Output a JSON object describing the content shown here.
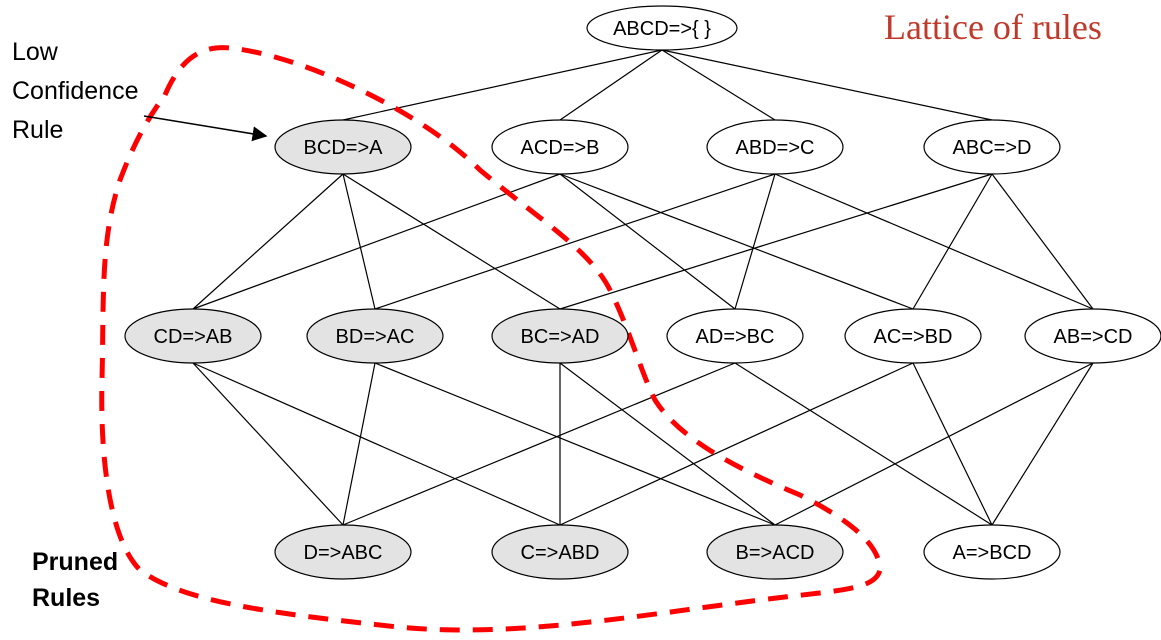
{
  "title": "Lattice of rules",
  "annotations": {
    "low_confidence": [
      "Low",
      "Confidence",
      "Rule"
    ],
    "pruned": [
      "Pruned",
      "Rules"
    ]
  },
  "colors": {
    "pruned_fill": "#e3e3e3",
    "normal_fill": "#ffffff",
    "boundary": "#ff0000",
    "title": "#c0392b"
  },
  "levels": [
    [
      {
        "id": "ABCD",
        "label": "ABCD=>{ }",
        "pruned": false
      }
    ],
    [
      {
        "id": "BCD",
        "label": "BCD=>A",
        "pruned": true
      },
      {
        "id": "ACD",
        "label": "ACD=>B",
        "pruned": false
      },
      {
        "id": "ABD",
        "label": "ABD=>C",
        "pruned": false
      },
      {
        "id": "ABC",
        "label": "ABC=>D",
        "pruned": false
      }
    ],
    [
      {
        "id": "CD",
        "label": "CD=>AB",
        "pruned": true
      },
      {
        "id": "BD",
        "label": "BD=>AC",
        "pruned": true
      },
      {
        "id": "BC",
        "label": "BC=>AD",
        "pruned": true
      },
      {
        "id": "AD",
        "label": "AD=>BC",
        "pruned": false
      },
      {
        "id": "AC",
        "label": "AC=>BD",
        "pruned": false
      },
      {
        "id": "AB",
        "label": "AB=>CD",
        "pruned": false
      }
    ],
    [
      {
        "id": "D",
        "label": "D=>ABC",
        "pruned": true
      },
      {
        "id": "C",
        "label": "C=>ABD",
        "pruned": true
      },
      {
        "id": "B",
        "label": "B=>ACD",
        "pruned": true
      },
      {
        "id": "A",
        "label": "A=>BCD",
        "pruned": false
      }
    ]
  ],
  "edges": [
    [
      "ABCD",
      "BCD"
    ],
    [
      "ABCD",
      "ACD"
    ],
    [
      "ABCD",
      "ABD"
    ],
    [
      "ABCD",
      "ABC"
    ],
    [
      "BCD",
      "CD"
    ],
    [
      "BCD",
      "BD"
    ],
    [
      "BCD",
      "BC"
    ],
    [
      "ACD",
      "CD"
    ],
    [
      "ACD",
      "AD"
    ],
    [
      "ACD",
      "AC"
    ],
    [
      "ABD",
      "BD"
    ],
    [
      "ABD",
      "AD"
    ],
    [
      "ABD",
      "AB"
    ],
    [
      "ABC",
      "BC"
    ],
    [
      "ABC",
      "AC"
    ],
    [
      "ABC",
      "AB"
    ],
    [
      "CD",
      "D"
    ],
    [
      "CD",
      "C"
    ],
    [
      "BD",
      "D"
    ],
    [
      "BD",
      "B"
    ],
    [
      "BC",
      "C"
    ],
    [
      "BC",
      "B"
    ],
    [
      "AD",
      "D"
    ],
    [
      "AD",
      "A"
    ],
    [
      "AC",
      "C"
    ],
    [
      "AC",
      "A"
    ],
    [
      "AB",
      "B"
    ],
    [
      "AB",
      "A"
    ]
  ]
}
